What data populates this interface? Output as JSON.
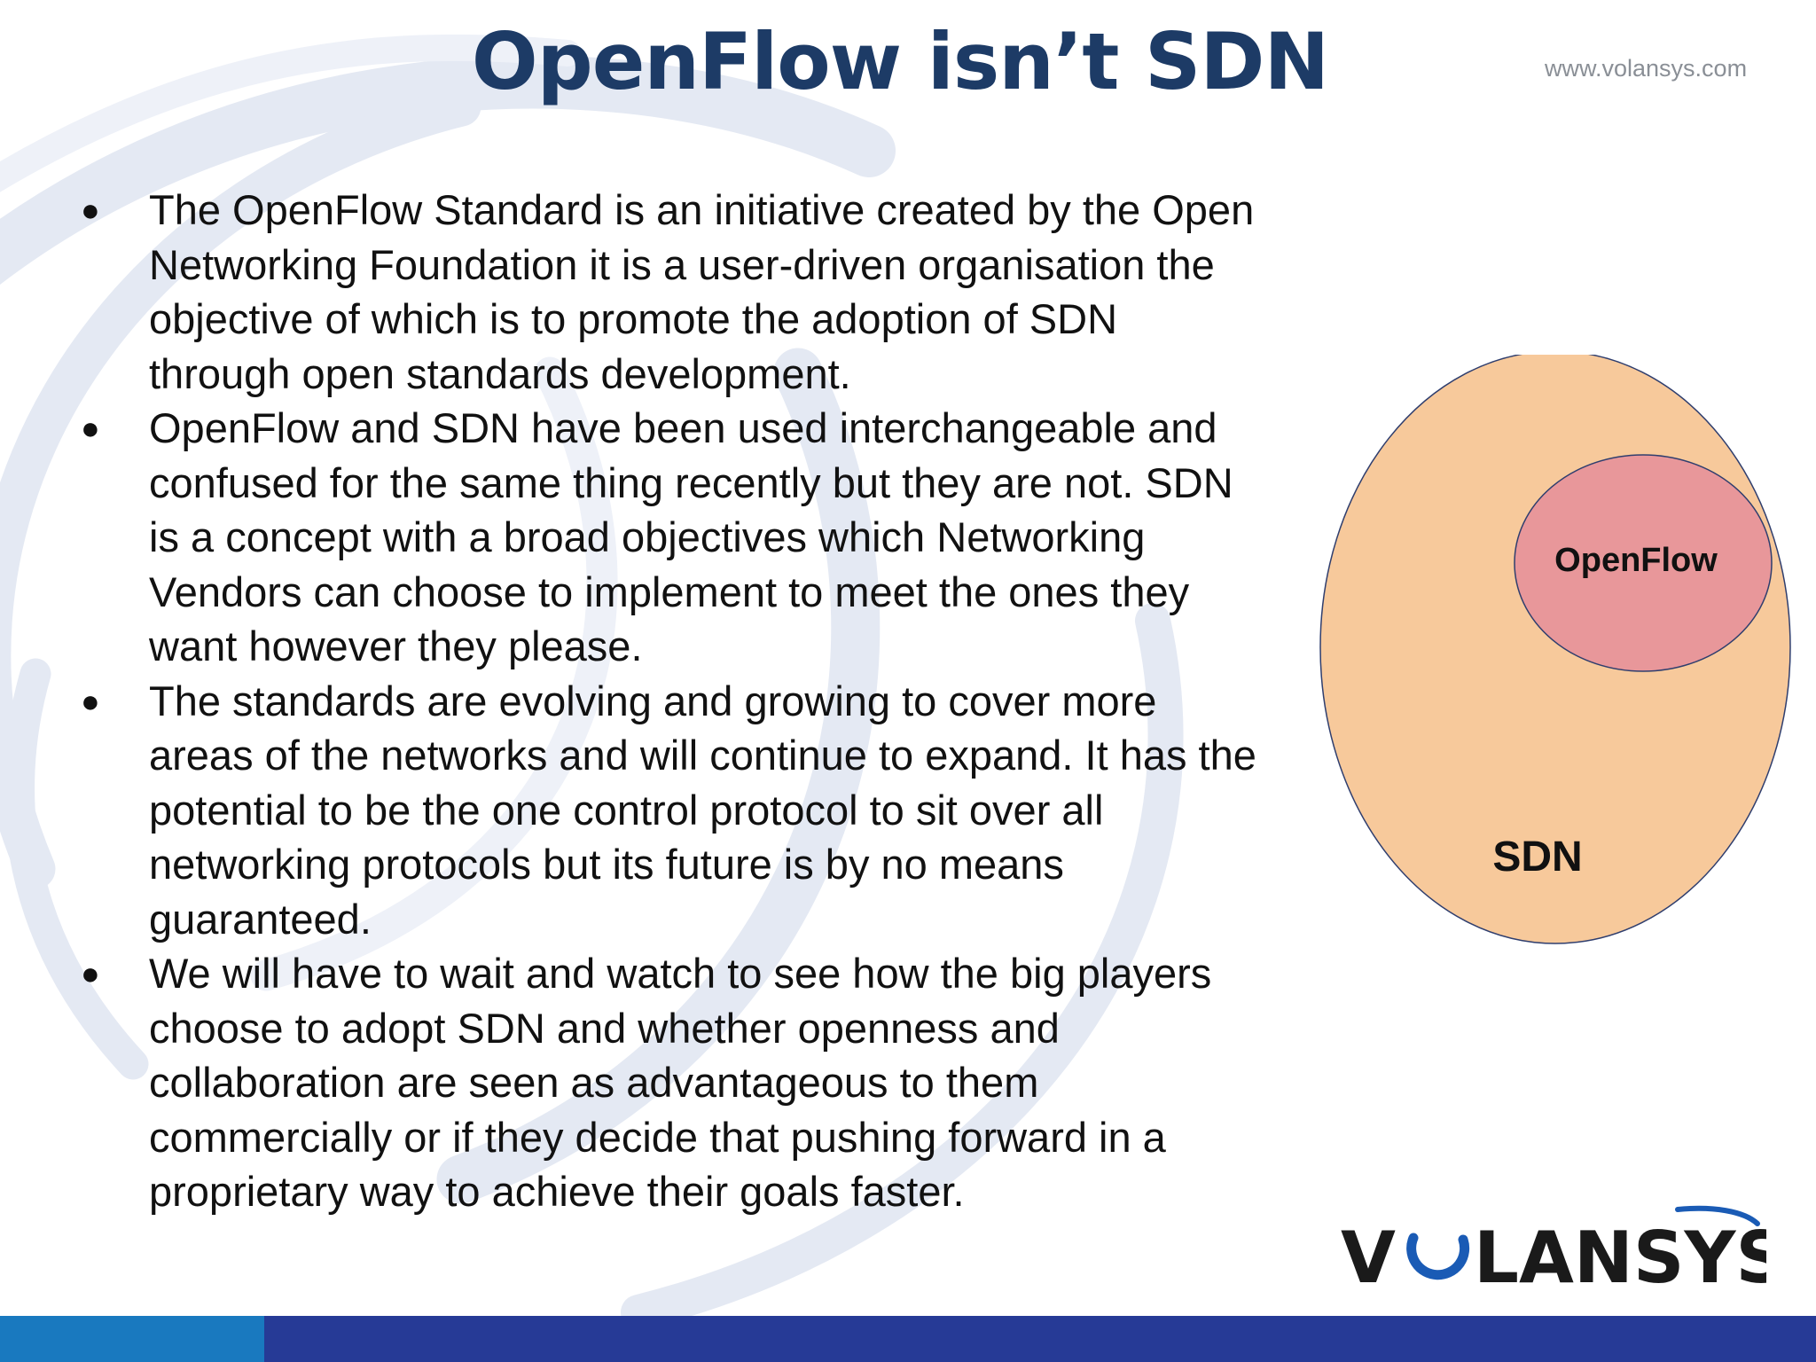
{
  "slide": {
    "title": "OpenFlow isn’t SDN",
    "website": "www.volansys.com",
    "bullets": [
      "The OpenFlow Standard is an initiative created by the Open Networking Foundation it is a user-driven organisation the objective of which is to promote the adoption of SDN through open standards development.",
      "OpenFlow and SDN have been used interchangeable and confused for the same thing recently but they are not. SDN is a concept with a broad objectives which Networking Vendors can choose to implement to meet the ones they want however they please.",
      "The standards are evolving and growing to cover more areas of the networks and will continue to expand. It has the potential to be the one control protocol to sit over all networking protocols but its future is by no means guaranteed.",
      "We will have to wait and watch to see how the big players choose to adopt SDN and whether openness and collaboration are seen as advantageous to them commercially or if they decide that pushing forward in a proprietary way to achieve their goals faster."
    ],
    "bullet_glyph": "●"
  },
  "diagram": {
    "outer_label": "SDN",
    "inner_label": "OpenFlow",
    "outer_color": "#f7c99b",
    "inner_color": "#e8979a",
    "stroke_color": "#2f3e6e"
  },
  "logo": {
    "text_before": "V",
    "text_after": "LANSYS",
    "accent_color": "#1a5bb5"
  },
  "colors": {
    "title": "#1d3b66",
    "footer_left": "#1979bf",
    "footer_right": "#263a96"
  }
}
